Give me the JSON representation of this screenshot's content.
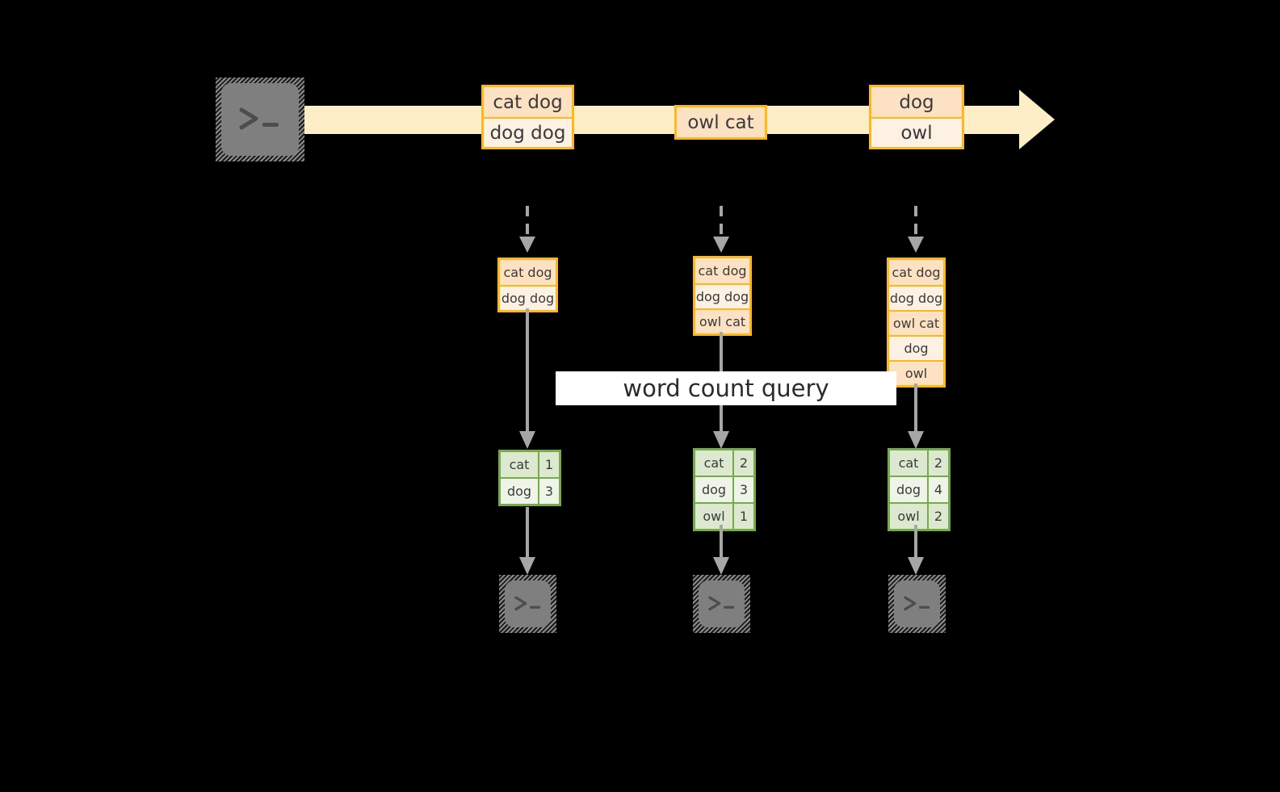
{
  "diagram": {
    "title_label": "word count query",
    "colors": {
      "stream_fill": "#fdeec8",
      "record_border": "#ffb81c",
      "record_fill_dark": "#fce1c3",
      "record_fill_light": "#fdf1e4",
      "result_border": "#76ab4a",
      "result_fill_dark": "#dde8d0",
      "result_fill_light": "#eff4e9",
      "connector": "#a6a6a6",
      "terminal_fill": "#7f7f7f",
      "band_fill": "#ffffff",
      "background": "#000000"
    },
    "producer": {
      "icon": "terminal-icon",
      "glyph": ">_"
    },
    "stream": {
      "icon": "stream-arrow-icon",
      "events": [
        {
          "lines": [
            {
              "text": "cat dog",
              "shade": "dark"
            },
            {
              "text": "dog dog",
              "shade": "light"
            }
          ]
        },
        {
          "lines": [
            {
              "text": "owl cat",
              "shade": "dark"
            }
          ]
        },
        {
          "lines": [
            {
              "text": "dog",
              "shade": "dark"
            },
            {
              "text": "owl",
              "shade": "light"
            }
          ]
        }
      ]
    },
    "snapshots": [
      {
        "id": "snapshot-1",
        "rows": [
          {
            "text": "cat dog",
            "shade": "dark"
          },
          {
            "text": "dog dog",
            "shade": "light"
          }
        ],
        "results": [
          {
            "word": "cat",
            "count": "1",
            "shade": "dark"
          },
          {
            "word": "dog",
            "count": "3",
            "shade": "light"
          }
        ],
        "consumer": {
          "icon": "terminal-icon",
          "glyph": ">_"
        }
      },
      {
        "id": "snapshot-2",
        "rows": [
          {
            "text": "cat dog",
            "shade": "dark"
          },
          {
            "text": "dog dog",
            "shade": "light"
          },
          {
            "text": "owl cat",
            "shade": "dark"
          }
        ],
        "results": [
          {
            "word": "cat",
            "count": "2",
            "shade": "dark"
          },
          {
            "word": "dog",
            "count": "3",
            "shade": "light"
          },
          {
            "word": "owl",
            "count": "1",
            "shade": "dark"
          }
        ],
        "consumer": {
          "icon": "terminal-icon",
          "glyph": ">_"
        }
      },
      {
        "id": "snapshot-3",
        "rows": [
          {
            "text": "cat dog",
            "shade": "dark"
          },
          {
            "text": "dog dog",
            "shade": "light"
          },
          {
            "text": "owl cat",
            "shade": "dark"
          },
          {
            "text": "dog",
            "shade": "light"
          },
          {
            "text": "owl",
            "shade": "dark"
          }
        ],
        "results": [
          {
            "word": "cat",
            "count": "2",
            "shade": "dark"
          },
          {
            "word": "dog",
            "count": "4",
            "shade": "light"
          },
          {
            "word": "owl",
            "count": "2",
            "shade": "dark"
          }
        ],
        "consumer": {
          "icon": "terminal-icon",
          "glyph": ">_"
        }
      }
    ]
  }
}
